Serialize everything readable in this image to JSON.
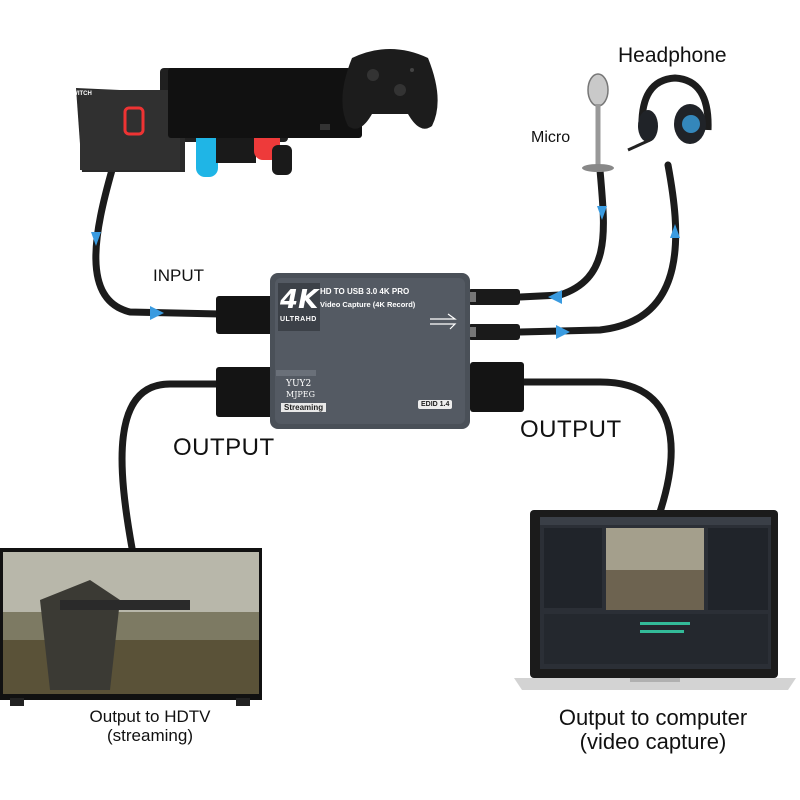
{
  "labels": {
    "input": "INPUT",
    "output_left": "OUTPUT",
    "output_right": "OUTPUT",
    "micro": "Micro",
    "headphone": "Headphone"
  },
  "captions": {
    "tv_line1": "Output to HDTV",
    "tv_line2": "(streaming)",
    "pc_line1": "Output to computer",
    "pc_line2": "(video capture)"
  },
  "device": {
    "badge": "4K",
    "badge_sub": "ULTRAHD",
    "line1": "HD TO USB 3.0 4K PRO",
    "line2": "Video Capture (4K Record)",
    "format1": "YUY2",
    "format2": "MJPEG",
    "streaming": "Streaming",
    "edid": "EDID  1.4"
  },
  "switch_logo": "NINTENDO\nSWITCH",
  "colors": {
    "device_body": "#4a5058",
    "cable": "#1b1b1b",
    "arrow": "#3a9be0",
    "joycon_blue": "#1fb5e6",
    "joycon_red": "#ee3a3a"
  }
}
